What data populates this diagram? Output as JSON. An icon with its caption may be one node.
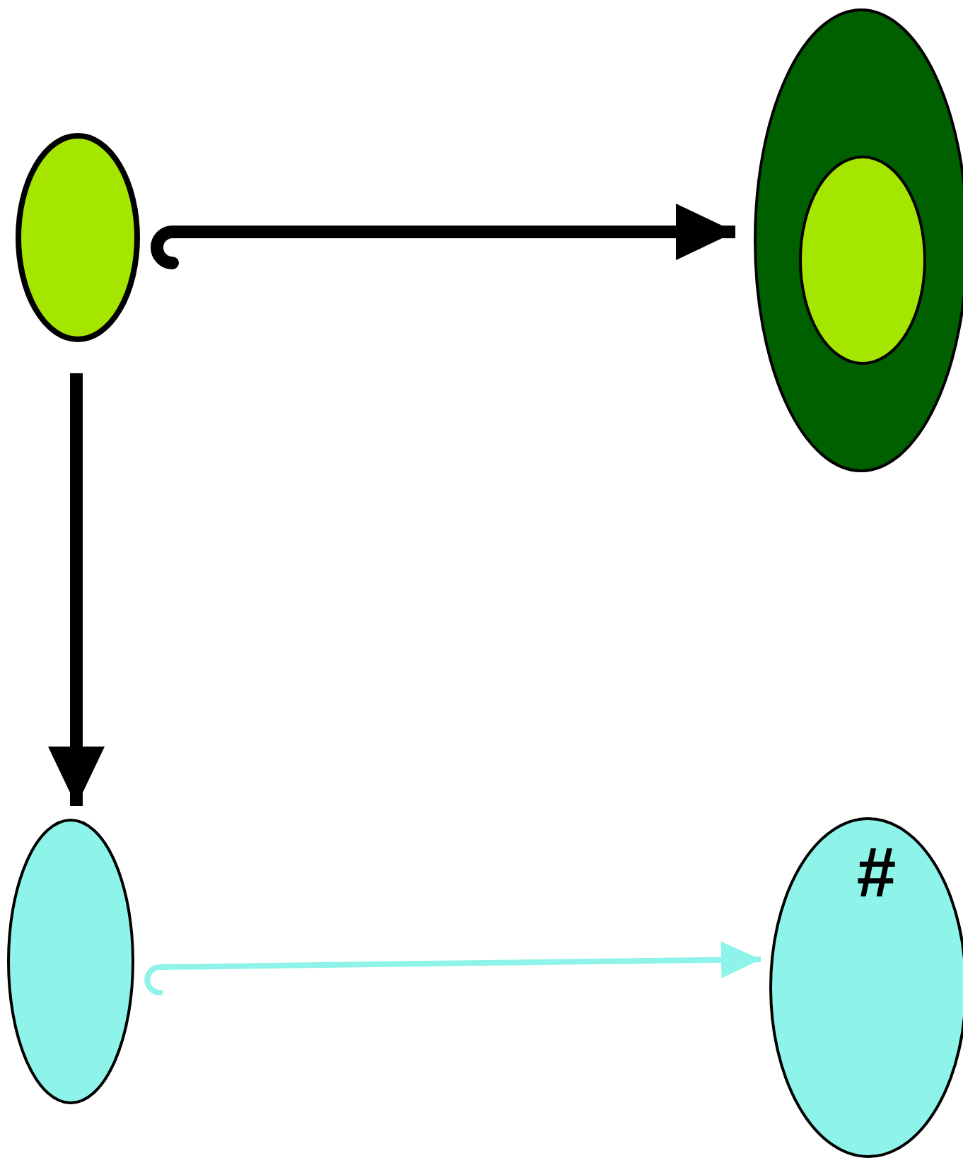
{
  "diagram": {
    "nodes": [
      {
        "text": [],
        "shape": "ellipse"
      },
      {
        "text": [],
        "shape": "ellipse"
      },
      {
        "text": [],
        "shape": "ellipse",
        "in": 1
      },
      {
        "text": [],
        "shape": "ellipse"
      },
      {
        "text": [
          "#"
        ]
      }
    ],
    "edges": [
      {
        "from": 0,
        "to": 1,
        "arrow": "to"
      },
      {
        "from": 0,
        "to": 3,
        "arrow": "to"
      },
      {
        "from": 3,
        "to": 4,
        "arrow": "to",
        "color": "#8ef3e8"
      }
    ]
  }
}
